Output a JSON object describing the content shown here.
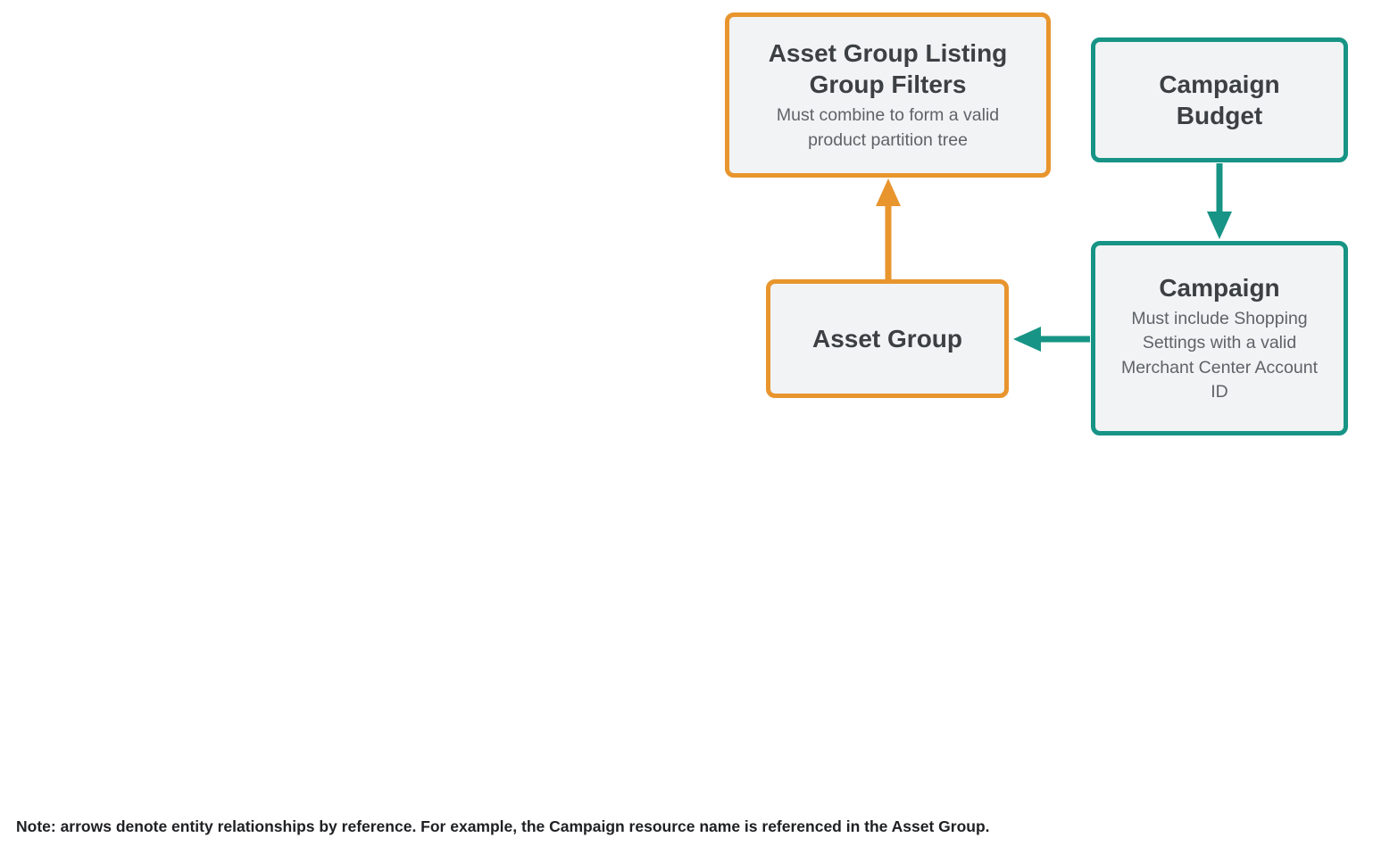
{
  "diagram": {
    "nodes": {
      "listing_group_filters": {
        "title": "Asset Group Listing Group Filters",
        "subtitle": "Must combine to form a valid product partition tree",
        "accent_color": "#E8952D"
      },
      "campaign_budget": {
        "title": "Campaign Budget",
        "accent_color": "#179485"
      },
      "asset_group": {
        "title": "Asset Group",
        "accent_color": "#E8952D"
      },
      "campaign": {
        "title": "Campaign",
        "subtitle": "Must include Shopping Settings with a valid Merchant Center Account ID",
        "accent_color": "#179485"
      }
    },
    "edges": [
      {
        "from": "asset_group",
        "to": "listing_group_filters",
        "color": "#E8952D",
        "direction": "up"
      },
      {
        "from": "campaign_budget",
        "to": "campaign",
        "color": "#179485",
        "direction": "down"
      },
      {
        "from": "campaign",
        "to": "asset_group",
        "color": "#179485",
        "direction": "left"
      }
    ],
    "colors": {
      "orange_accent": "#E8952D",
      "teal_accent": "#179485",
      "node_fill": "#F1F3F4",
      "title_text": "#3C4043",
      "subtitle_text": "#5F6368",
      "note_text": "#202124"
    },
    "note": "Note: arrows denote entity relationships by reference. For example, the Campaign resource name is referenced in the Asset Group."
  }
}
